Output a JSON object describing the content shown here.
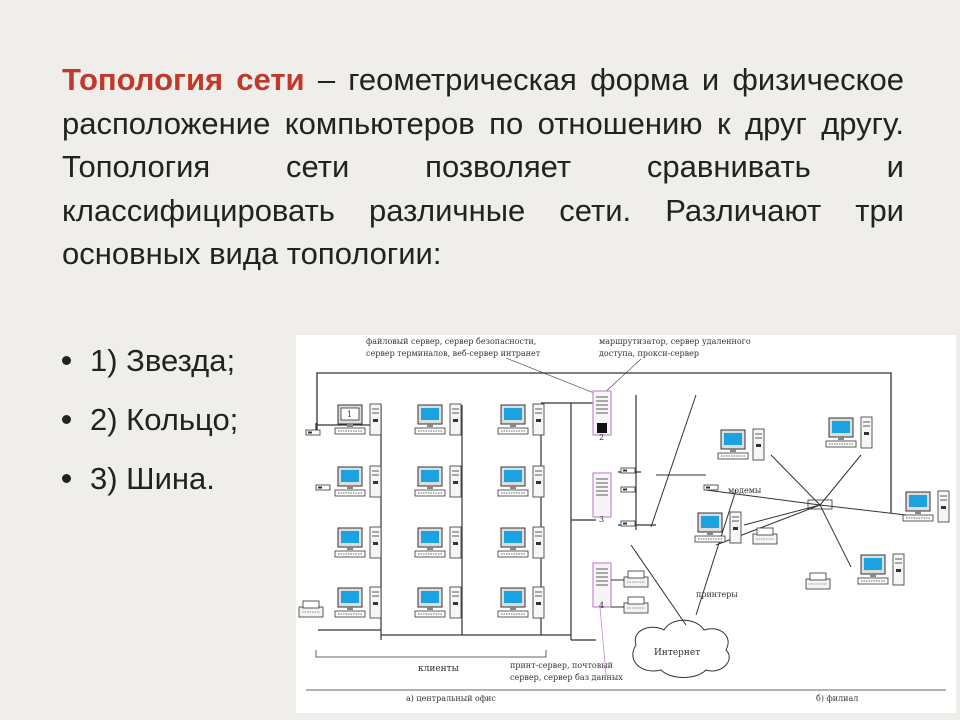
{
  "text": {
    "term": "Топология сети",
    "definition": " – геометрическая форма и физическое расположение компьютеров по отношению к друг другу. Топология сети позволяет сравнивать и классифицировать различные сети. Различают три основных вида топологии:"
  },
  "bullets": [
    "1) Звезда;",
    "2) Кольцо;",
    "3) Шина."
  ],
  "figure": {
    "label_servers_1a": "файловый сервер, сервер безопасности,",
    "label_servers_1b": "сервер терминалов, веб-сервер интранет",
    "label_servers_2a": "маршрутизатор, сервер удаленного",
    "label_servers_2b": "доступа, прокси-сервер",
    "label_clients": "клиенты",
    "label_print_a": "принт-сервер, почтовый",
    "label_print_b": "сервер, сервер баз данных",
    "label_modems": "модемы",
    "label_printers": "принтеры",
    "label_internet": "Интернет",
    "caption_a": "а)  центральный офис",
    "caption_b": "б)  филиал",
    "num_1": "1",
    "num_2": "2",
    "num_3": "3",
    "num_4": "4"
  }
}
